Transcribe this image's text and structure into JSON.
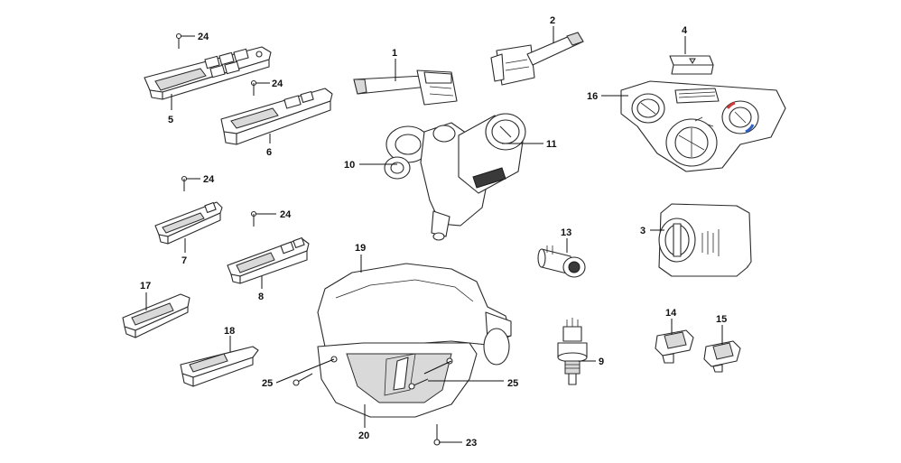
{
  "callouts": {
    "c1": "1",
    "c2": "2",
    "c3": "3",
    "c4": "4",
    "c5": "5",
    "c6": "6",
    "c7": "7",
    "c8": "8",
    "c9": "9",
    "c10": "10",
    "c11": "11",
    "c13": "13",
    "c14": "14",
    "c15": "15",
    "c16": "16",
    "c17": "17",
    "c18": "18",
    "c19": "19",
    "c20": "20",
    "c23": "23",
    "c24a": "24",
    "c24b": "24",
    "c24c": "24",
    "c24d": "24",
    "c25a": "25",
    "c25b": "25"
  },
  "colors": {
    "line": "#2a2a2a",
    "hot_indicator": "#d23a3a",
    "cold_indicator": "#2f5fc4"
  },
  "icons": {
    "hazard_button": "hazard-triangle-icon",
    "defrost_symbol": "defrost-icon"
  }
}
